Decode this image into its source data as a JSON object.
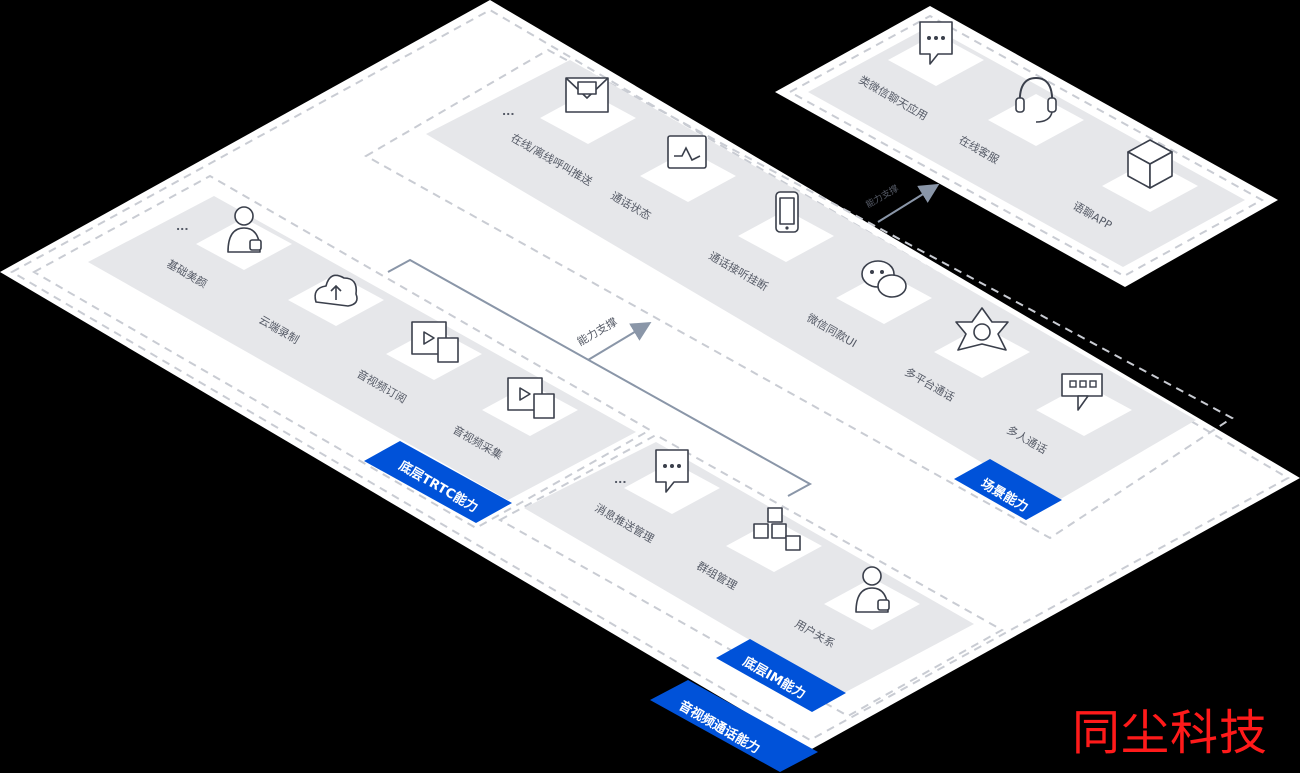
{
  "title_badges": {
    "trtc": "底层TRTC能力",
    "im": "底层IM能力",
    "scene": "场景能力",
    "av": "音视频通话能力"
  },
  "arrows": {
    "capability_support": "能力支撑",
    "capability_support_small": "能力支撑"
  },
  "trtc_items": [
    {
      "label": "基础美颜",
      "icon": "user-icon"
    },
    {
      "label": "云端录制",
      "icon": "cloud-upload-icon"
    },
    {
      "label": "音视频订阅",
      "icon": "video-play-icon"
    },
    {
      "label": "音视频采集",
      "icon": "video-capture-icon"
    }
  ],
  "im_items": [
    {
      "label": "消息推送管理",
      "icon": "chat-bubble-icon"
    },
    {
      "label": "群组管理",
      "icon": "boxes-icon"
    },
    {
      "label": "用户关系",
      "icon": "user-lock-icon"
    }
  ],
  "scene_items": [
    {
      "label": "在线/离线呼叫推送",
      "icon": "mail-icon"
    },
    {
      "label": "通话状态",
      "icon": "monitor-icon"
    },
    {
      "label": "通话接听挂断",
      "icon": "phone-icon"
    },
    {
      "label": "微信同款UI",
      "icon": "wechat-icon"
    },
    {
      "label": "多平台通话",
      "icon": "snowflake-icon"
    },
    {
      "label": "多人通话",
      "icon": "group-call-icon"
    }
  ],
  "app_items": [
    {
      "label": "类微信聊天应用",
      "icon": "chat-bubble-icon"
    },
    {
      "label": "在线客服",
      "icon": "headset-icon"
    },
    {
      "label": "语聊APP",
      "icon": "app-cube-icon"
    }
  ],
  "ellipsis": "...",
  "watermark": "同尘科技",
  "colors": {
    "background": "#000000",
    "outer_platform": "#ffffff",
    "panel": "#e6e7ea",
    "tile": "#ffffff",
    "badge": "#0052d9",
    "dash": "#c9ccd3",
    "icon_stroke": "#3a3f4b",
    "arrow": "#8a96a8",
    "watermark": "#ff1a1a"
  }
}
